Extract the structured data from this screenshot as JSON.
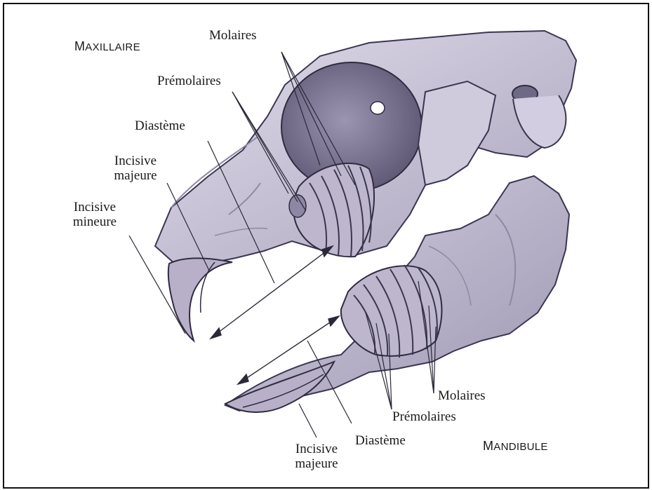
{
  "colors": {
    "bone": "#c9c4d6",
    "bone_light": "#dcd8e6",
    "bone_dark": "#8e88a4",
    "tooth": "#b9b2c9",
    "ink": "#2b2838",
    "frame": "#111111"
  },
  "regions": {
    "upper": {
      "first": "M",
      "rest": "AXILLAIRE"
    },
    "lower": {
      "first": "M",
      "rest": "ANDIBULE"
    }
  },
  "labels": {
    "upper_molaires": "Molaires",
    "upper_premolaires": "Prémolaires",
    "upper_diasteme": "Diastème",
    "upper_incisive_majeure_1": "Incisive",
    "upper_incisive_majeure_2": "majeure",
    "upper_incisive_mineure_1": "Incisive",
    "upper_incisive_mineure_2": "mineure",
    "lower_molaires": "Molaires",
    "lower_premolaires": "Prémolaires",
    "lower_diasteme": "Diastème",
    "lower_incisive_majeure_1": "Incisive",
    "lower_incisive_majeure_2": "majeure"
  }
}
